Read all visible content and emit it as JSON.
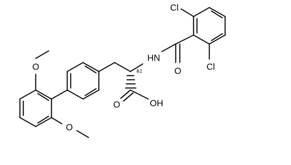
{
  "molecule": {
    "labels": {
      "cl_top": "Cl",
      "cl_bottom": "Cl",
      "nh": "HN",
      "oh": "OH",
      "o_amide": "O",
      "o_acid": "O",
      "o_methoxy_top": "O",
      "o_methoxy_bottom": "O",
      "stereo": "&1"
    }
  }
}
